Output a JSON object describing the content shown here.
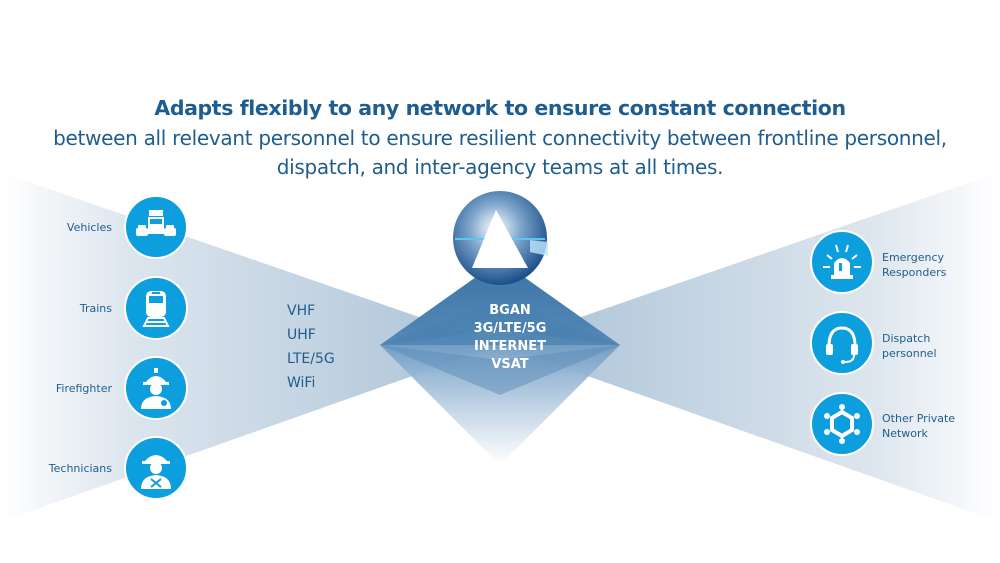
{
  "header": {
    "title": "Adapts flexibly to any network to ensure constant connection",
    "subtitle_line1": "between all relevant personnel to ensure resilient connectivity between frontline personnel,",
    "subtitle_line2": "dispatch, and inter-agency teams at all times."
  },
  "left_nodes": [
    {
      "label": "Vehicles",
      "icon": "vehicles-icon"
    },
    {
      "label": "Trains",
      "icon": "train-icon"
    },
    {
      "label": "Firefighter",
      "icon": "firefighter-icon"
    },
    {
      "label": "Technicians",
      "icon": "technician-icon"
    }
  ],
  "radio_bands": [
    "VHF",
    "UHF",
    "LTE/5G",
    "WiFi"
  ],
  "hub": {
    "logo": "triangle-logo-icon",
    "networks": [
      "BGAN",
      "3G/LTE/5G",
      "INTERNET",
      "VSAT"
    ]
  },
  "right_nodes": [
    {
      "label_line1": "Emergency",
      "label_line2": "Responders",
      "icon": "siren-icon"
    },
    {
      "label_line1": "Dispatch",
      "label_line2": "personnel",
      "icon": "headset-icon"
    },
    {
      "label_line1": "Other Private",
      "label_line2": "Network",
      "icon": "network-group-icon"
    }
  ],
  "colors": {
    "text": "#1f5d8f",
    "icon_circle": "#0d9ede",
    "diamond": "#3f77a8"
  }
}
